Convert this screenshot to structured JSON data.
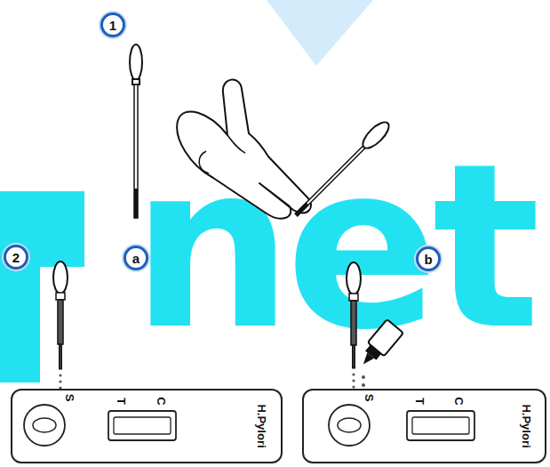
{
  "diagram": {
    "nodes": [
      {
        "text": [
          "1"
        ]
      },
      {
        "text": [
          "2"
        ]
      },
      {
        "text": [
          "a"
        ]
      },
      {
        "text": [
          "b"
        ]
      },
      {
        "text": [
          "S",
          "T",
          "C",
          "H.Pylori"
        ]
      },
      {
        "text": [
          "S",
          "T",
          "C",
          "H.Pylori"
        ]
      }
    ],
    "labels": [
      "net"
    ]
  }
}
